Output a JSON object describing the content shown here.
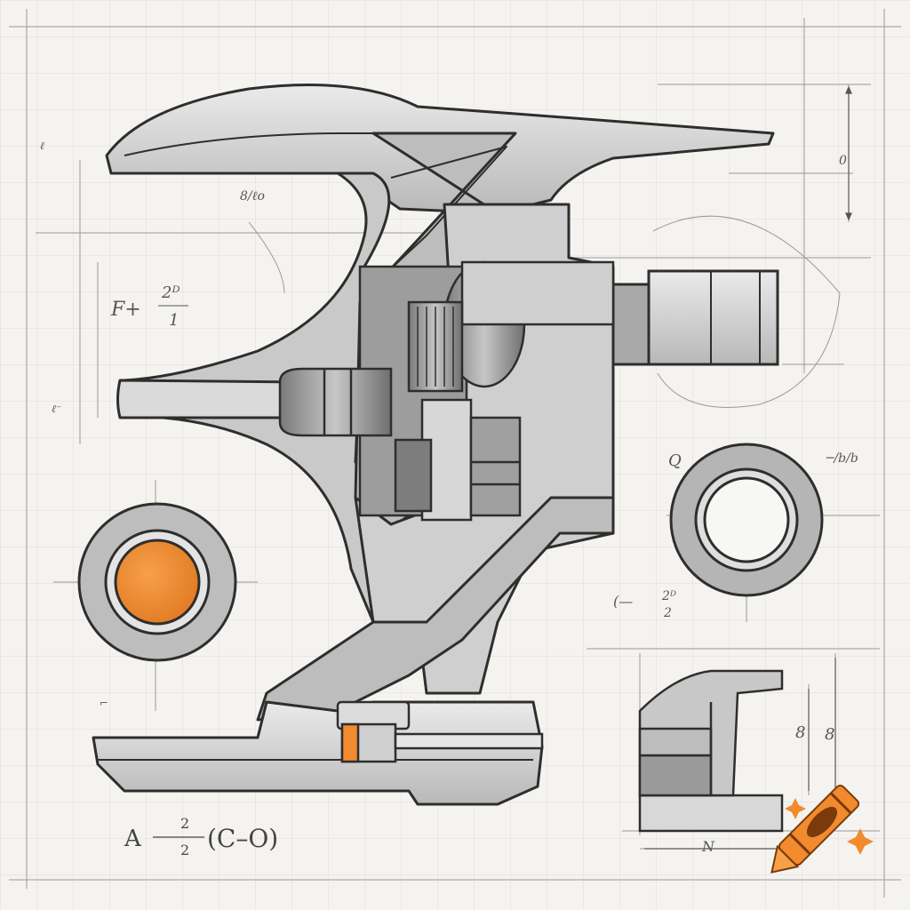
{
  "labels": {
    "force": "F+",
    "force_frac_top": "2ᴰ",
    "force_frac_bottom": "1",
    "angle_top": "8/ℓo",
    "left_small": "ℓ",
    "left_small_2": "ℓ⁻",
    "right_dim": "0",
    "right_q": "Q",
    "right_slash": "─/b/b",
    "mid_frac_prefix": "(—",
    "mid_frac_top": "2ᴰ",
    "mid_frac_bottom": "2",
    "side_dim_1": "8",
    "side_dim_2": "8",
    "bottom_dim": "N",
    "equation_var": "A",
    "equation_top": "2",
    "equation_bottom": "2",
    "equation_tail": "(C–O)",
    "left_tick": "⌐"
  },
  "colors": {
    "paper": "#f4f3ef",
    "grid": "#d9d8d2",
    "line": "#2e2e2e",
    "shade_light": "#dcdcdc",
    "shade_mid": "#b9b9b9",
    "shade_dark": "#8a8a8a",
    "accent": "#f28a2e",
    "accent_dark": "#c45f15"
  },
  "icons": {
    "watermark": "crayon-icon",
    "sparkles": "sparkle-icon"
  }
}
